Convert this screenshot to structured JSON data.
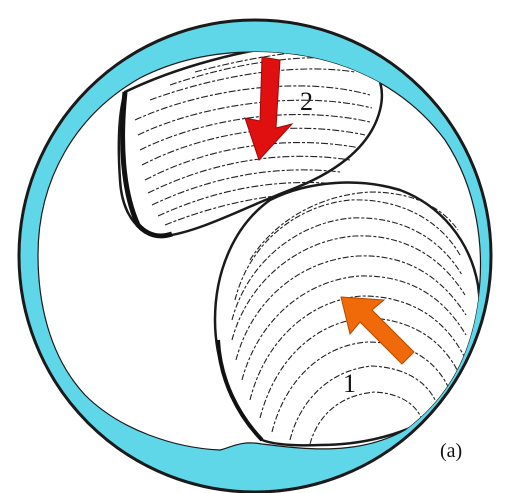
{
  "figure": {
    "panel_label": "(a)",
    "shells": [
      {
        "id": "1",
        "label": "1",
        "arrow_color": "#f06a0a"
      },
      {
        "id": "2",
        "label": "2",
        "arrow_color": "#e01010"
      }
    ],
    "ring_color": "#5fd7e8",
    "outline_color": "#1a1a1a"
  }
}
